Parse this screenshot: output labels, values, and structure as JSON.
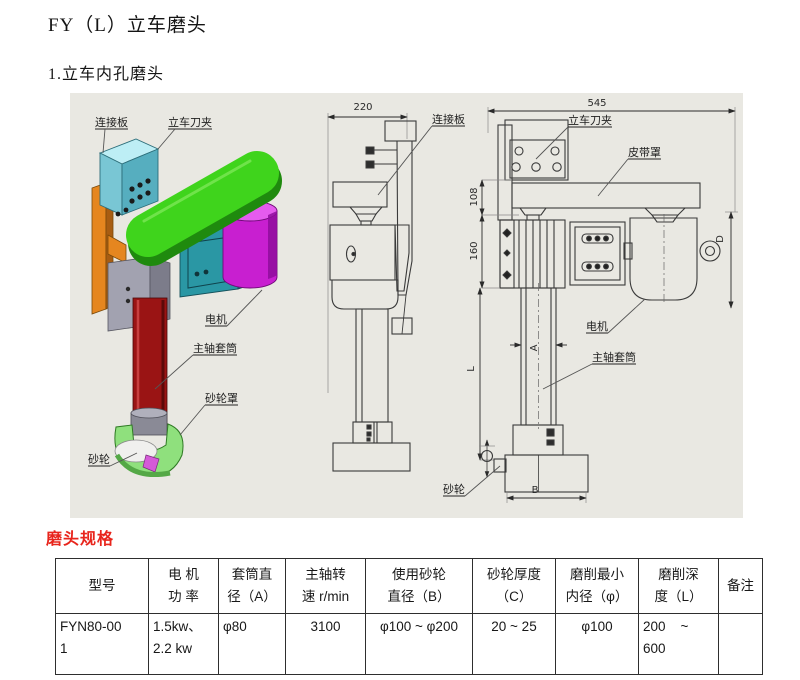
{
  "page": {
    "title": "FY（L）立车磨头",
    "section": "1.立车内孔磨头",
    "spec_heading": "磨头规格"
  },
  "colors": {
    "heading_red": "#e8251c",
    "panel_bg": "#e9e8e2",
    "arm_green": "#3fd41c",
    "clamp_cyan": "#9fe2ec",
    "motor_magenta": "#c81fd0",
    "bracket_orange": "#e5861f",
    "spindle_red": "#9a1414",
    "wheel_cover_green": "#8fe07d",
    "line_art": "#3a3a3a"
  },
  "diagram": {
    "view_3d": {
      "connecting_plate": "连接板",
      "tool_clamp": "立车刀夹",
      "motor": "电机",
      "spindle_sleeve": "主轴套筒",
      "wheel_cover": "砂轮罩",
      "wheel": "砂轮"
    },
    "view_side": {
      "dim_220": "220",
      "connecting_plate": "连接板"
    },
    "view_front": {
      "dim_545": "545",
      "dim_108": "108",
      "dim_160": "160",
      "dim_D": "D",
      "dim_A": "A",
      "dim_L": "L",
      "dim_B": "B",
      "tool_clamp": "立车刀夹",
      "belt_cover": "皮带罩",
      "motor": "电机",
      "spindle_sleeve": "主轴套筒",
      "wheel": "砂轮"
    }
  },
  "spec_table": {
    "headers": [
      "型号",
      "电 机\n功 率",
      "套筒直\n径（A）",
      "主轴转\n速 r/min",
      "使用砂轮\n直径（B）",
      "砂轮厚度\n（C）",
      "磨削最小\n内径（φ）",
      "磨削深\n度（L）",
      "备注"
    ],
    "rows": [
      [
        "FYN80-00\n1",
        "1.5kw、\n2.2 kw",
        "φ80",
        "3100",
        "φ100 ~ φ200",
        "20 ~ 25",
        "φ100",
        "200    ~\n600",
        ""
      ]
    ]
  }
}
